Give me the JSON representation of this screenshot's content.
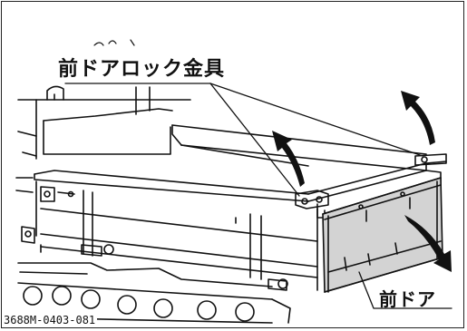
{
  "labels": {
    "front_door_lock_fitting": "前ドアロック金具",
    "front_door": "前ドア"
  },
  "figure_code": "3688M-0403-081",
  "colors": {
    "line": "#111111",
    "door_fill": "#d3d3d3",
    "arrow": "#111111"
  }
}
